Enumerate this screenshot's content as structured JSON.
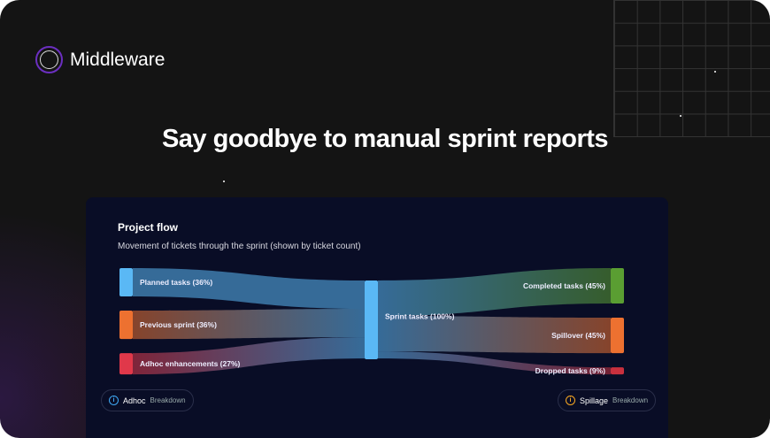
{
  "brand": {
    "name": "Middleware"
  },
  "headline": "Say goodbye to manual sprint reports",
  "card": {
    "title": "Project flow",
    "subtitle": "Movement of tickets through the sprint (shown by ticket count)"
  },
  "chart_data": {
    "type": "sankey",
    "nodes": [
      {
        "id": "planned",
        "label": "Planned tasks (36%)",
        "value": 36,
        "color": "#5ab8f5",
        "column": 0
      },
      {
        "id": "previous",
        "label": "Previous sprint (36%)",
        "value": 36,
        "color": "#ed7130",
        "column": 0
      },
      {
        "id": "adhoc",
        "label": "Adhoc enhancements (27%)",
        "value": 27,
        "color": "#e0384a",
        "column": 0
      },
      {
        "id": "sprint",
        "label": "Sprint tasks (100%)",
        "value": 100,
        "color": "#5ab8f5",
        "column": 1
      },
      {
        "id": "completed",
        "label": "Completed tasks (45%)",
        "value": 45,
        "color": "#5a9e32",
        "column": 2
      },
      {
        "id": "spillover",
        "label": "Spillover (45%)",
        "value": 45,
        "color": "#ed7130",
        "column": 2
      },
      {
        "id": "dropped",
        "label": "Dropped tasks (9%)",
        "value": 9,
        "color": "#c9303e",
        "column": 2
      }
    ],
    "links": [
      {
        "source": "planned",
        "target": "sprint",
        "value": 36
      },
      {
        "source": "previous",
        "target": "sprint",
        "value": 36
      },
      {
        "source": "adhoc",
        "target": "sprint",
        "value": 27
      },
      {
        "source": "sprint",
        "target": "completed",
        "value": 45
      },
      {
        "source": "sprint",
        "target": "spillover",
        "value": 45
      },
      {
        "source": "sprint",
        "target": "dropped",
        "value": 9
      }
    ]
  },
  "buttons": {
    "adhoc": {
      "label": "Adhoc",
      "sub": "Breakdown",
      "icon": "info-icon",
      "color": "#3fa9f5"
    },
    "spillage": {
      "label": "Spillage",
      "sub": "Breakdown",
      "icon": "info-icon",
      "color": "#f5a623"
    }
  }
}
